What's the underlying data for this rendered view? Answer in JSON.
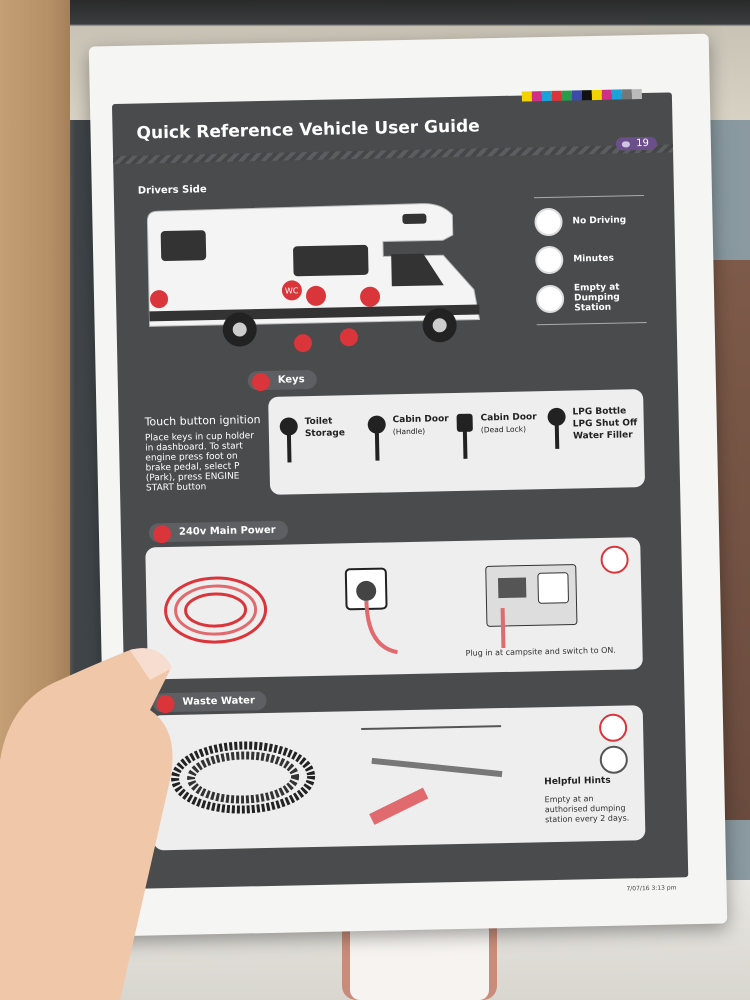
{
  "guide": {
    "title": "Quick Reference Vehicle User Guide",
    "page_number": "19",
    "drivers_side_label": "Drivers Side",
    "print_stamp": "7/07/16  3:13 pm"
  },
  "legend": [
    {
      "label": "No Driving",
      "icon": "no-driving-icon"
    },
    {
      "label": "Minutes",
      "icon": "clock-icon"
    },
    {
      "label": "Empty at Dumping Station",
      "icon": "dumping-station-icon"
    }
  ],
  "keys_section": {
    "heading": "Keys",
    "touch_title": "Touch button ignition",
    "touch_text": "Place keys in cup holder in dashboard. To start engine press foot on brake pedal, select P (Park), press ENGINE START button",
    "items": [
      {
        "label": "Toilet\nStorage",
        "sub": ""
      },
      {
        "label": "Cabin Door",
        "sub": "(Handle)"
      },
      {
        "label": "Cabin Door",
        "sub": "(Dead Lock)"
      },
      {
        "label": "LPG Bottle\nLPG Shut Off\nWater Filler",
        "sub": ""
      }
    ]
  },
  "power_section": {
    "heading": "240v Main Power",
    "caption": "Plug in at campsite and switch to ON."
  },
  "waste_section": {
    "heading": "Waste Water",
    "hints_title": "Helpful Hints",
    "hints_text": "Empty at an authorised dumping station every 2 days."
  },
  "vehicle_markers": [
    "WC"
  ],
  "colors": {
    "sheet": "#4a4b4d",
    "accent": "#d9353b",
    "panel": "#eeeeee"
  }
}
